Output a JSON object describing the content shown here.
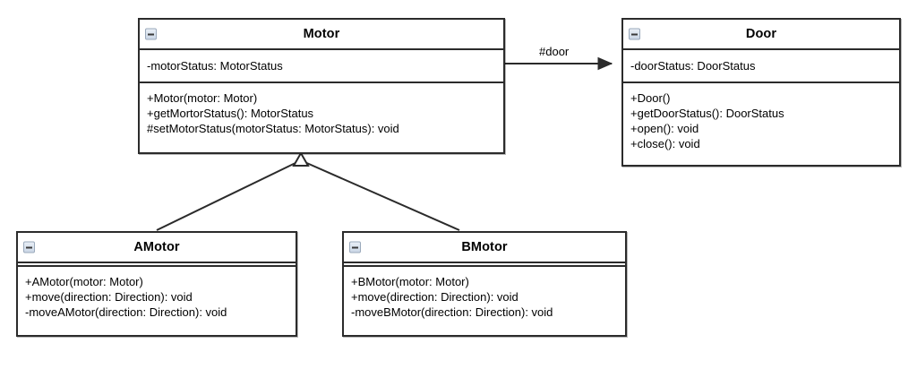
{
  "diagram": {
    "type": "uml-class-diagram",
    "background": "#ffffff",
    "line_color": "#2b2b2b",
    "text_color": "#000000",
    "icon_color": "#cbd7e6"
  },
  "classes": [
    {
      "id": "motor",
      "name": "Motor",
      "collapse_icon": "minus-box-icon",
      "attributes": [
        "-motorStatus: MotorStatus"
      ],
      "operations": [
        "+Motor(motor: Motor)",
        "+getMortorStatus(): MotorStatus",
        "#setMotorStatus(motorStatus: MotorStatus): void"
      ]
    },
    {
      "id": "door",
      "name": "Door",
      "collapse_icon": "minus-box-icon",
      "attributes": [
        "-doorStatus: DoorStatus"
      ],
      "operations": [
        "+Door()",
        "+getDoorStatus(): DoorStatus",
        "+open(): void",
        "+close(): void"
      ]
    },
    {
      "id": "amotor",
      "name": "AMotor",
      "collapse_icon": "minus-box-icon",
      "attributes": [],
      "operations": [
        "+AMotor(motor: Motor)",
        "+move(direction: Direction): void",
        "-moveAMotor(direction: Direction): void"
      ]
    },
    {
      "id": "bmotor",
      "name": "BMotor",
      "collapse_icon": "minus-box-icon",
      "attributes": [],
      "operations": [
        "+BMotor(motor: Motor)",
        "+move(direction: Direction): void",
        "-moveBMotor(direction: Direction): void"
      ]
    }
  ],
  "relationships": [
    {
      "id": "motor-door",
      "kind": "directed-association",
      "from": "motor",
      "to": "door",
      "label": "#door",
      "arrowhead": "filled-arrow"
    },
    {
      "id": "amotor-motor",
      "kind": "generalization",
      "from": "amotor",
      "to": "motor",
      "label": "",
      "arrowhead": "hollow-triangle"
    },
    {
      "id": "bmotor-motor",
      "kind": "generalization",
      "from": "bmotor",
      "to": "motor",
      "label": "",
      "arrowhead": "hollow-triangle"
    }
  ]
}
